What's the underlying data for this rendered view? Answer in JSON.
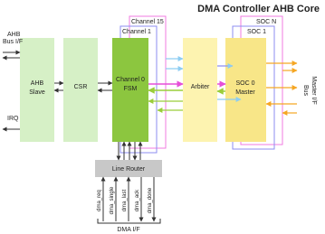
{
  "title": "DMA Controller AHB Core",
  "blocks": {
    "ahb_slave": "AHB Slave",
    "csr": "CSR",
    "channel0_fsm": "Channel 0 FSM",
    "arbiter": "Arbiter",
    "soc0_master": "SOC 0 Master",
    "line_router": "Line Router"
  },
  "stack_labels": {
    "channel_15": "Channel 15",
    "channel_1": "Channel 1",
    "soc_n": "SOC N",
    "soc_1": "SOC 1"
  },
  "io_labels": {
    "ahb_bus_if_line1": "AHB",
    "ahb_bus_if_line2": "Bus I/F",
    "irq": "IRQ",
    "bus_master_if_line1": "Bus",
    "bus_master_if_line2": "Master I/F",
    "dma_if": "DMA I/F"
  },
  "dma_signals": [
    "dma_req",
    "dma_single",
    "dma_last",
    "dma_ack",
    "dma_done"
  ],
  "colors": {
    "green_block": "#d6f0c6",
    "fsm_green": "#8cc63f",
    "arbiter_yellow": "#fdf3b0",
    "master_yellow": "#f8e688",
    "router_gray": "#c8c8c8",
    "pink": "#f07be0",
    "violet": "#8d8ef2",
    "cyan": "#8dcdf2",
    "magenta": "#e64fd8",
    "lime": "#9acd3a",
    "orange": "#f5a623"
  }
}
